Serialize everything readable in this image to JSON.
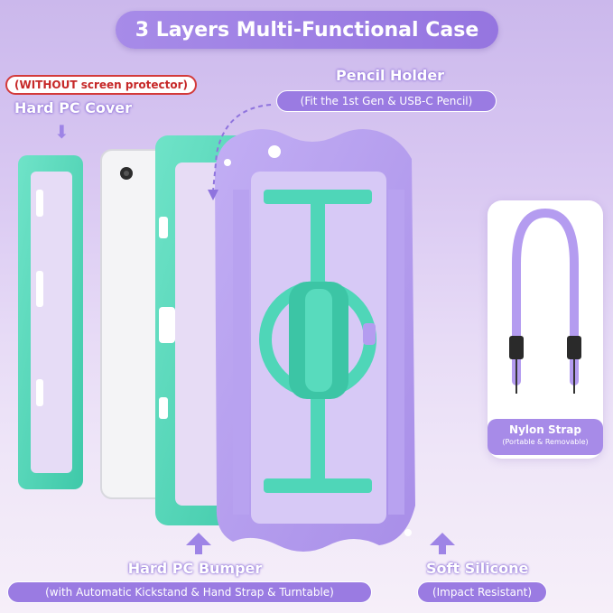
{
  "title": "3 Layers Multi-Functional Case",
  "warning_note": "(WITHOUT screen protector)",
  "hard_pc_cover": {
    "label": "Hard PC Cover"
  },
  "pencil_holder": {
    "label": "Pencil Holder",
    "note": "(Fit the 1st Gen & USB-C Pencil)"
  },
  "nylon_strap": {
    "label": "Nylon Strap",
    "note": "(Portable & Removable)"
  },
  "hard_pc_bumper": {
    "label": "Hard PC Bumper",
    "note": "(with Automatic Kickstand & Hand Strap & Turntable)"
  },
  "soft_silicone": {
    "label": "Soft Silicone",
    "note": "(Impact Resistant)"
  },
  "colors": {
    "background": "#d9c8f2",
    "accent_purple": "#9a7be2",
    "mint_teal": "#4fd6b8",
    "lavender": "#b49cf0",
    "warning_red": "#d33a3a"
  },
  "icons": [
    "down-arrow-icon",
    "up-arrow-icon",
    "curved-dashed-arrow-icon"
  ]
}
